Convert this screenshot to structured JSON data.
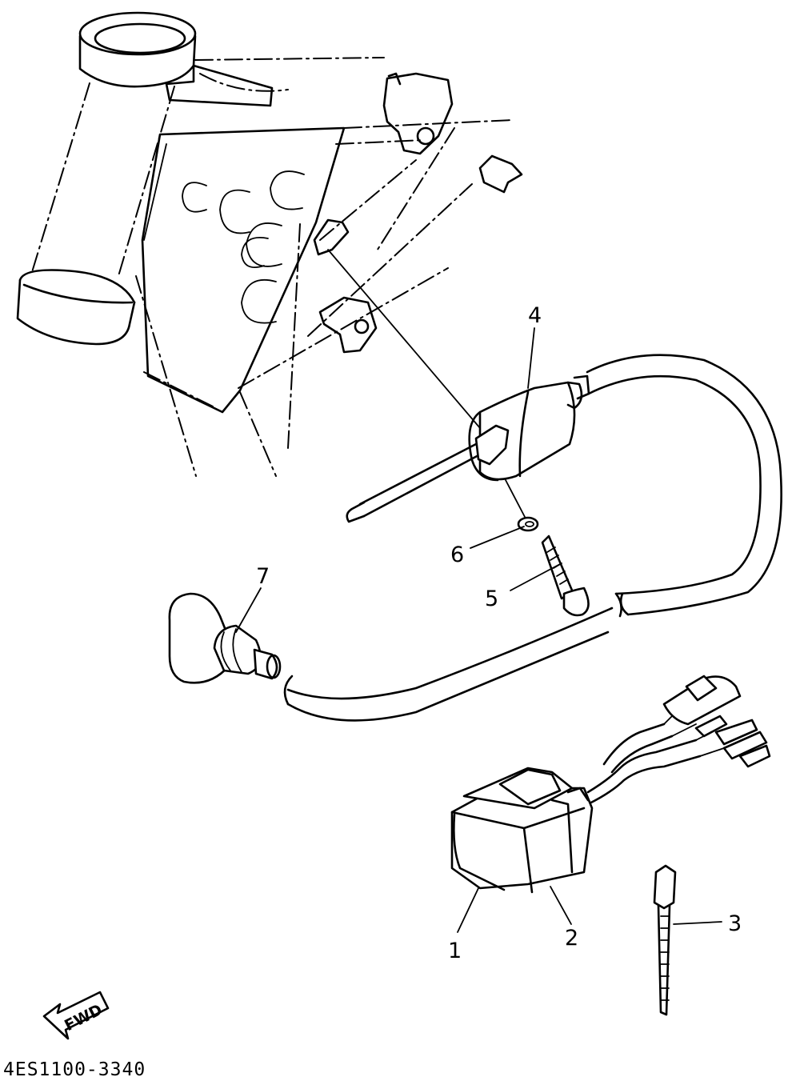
{
  "drawing_code": "4ES1100-3340",
  "direction_label": "FWD",
  "callouts": [
    {
      "id": "1",
      "label": "1"
    },
    {
      "id": "2",
      "label": "2"
    },
    {
      "id": "3",
      "label": "3"
    },
    {
      "id": "4",
      "label": "4"
    },
    {
      "id": "5",
      "label": "5"
    },
    {
      "id": "6",
      "label": "6"
    },
    {
      "id": "7",
      "label": "7"
    }
  ]
}
